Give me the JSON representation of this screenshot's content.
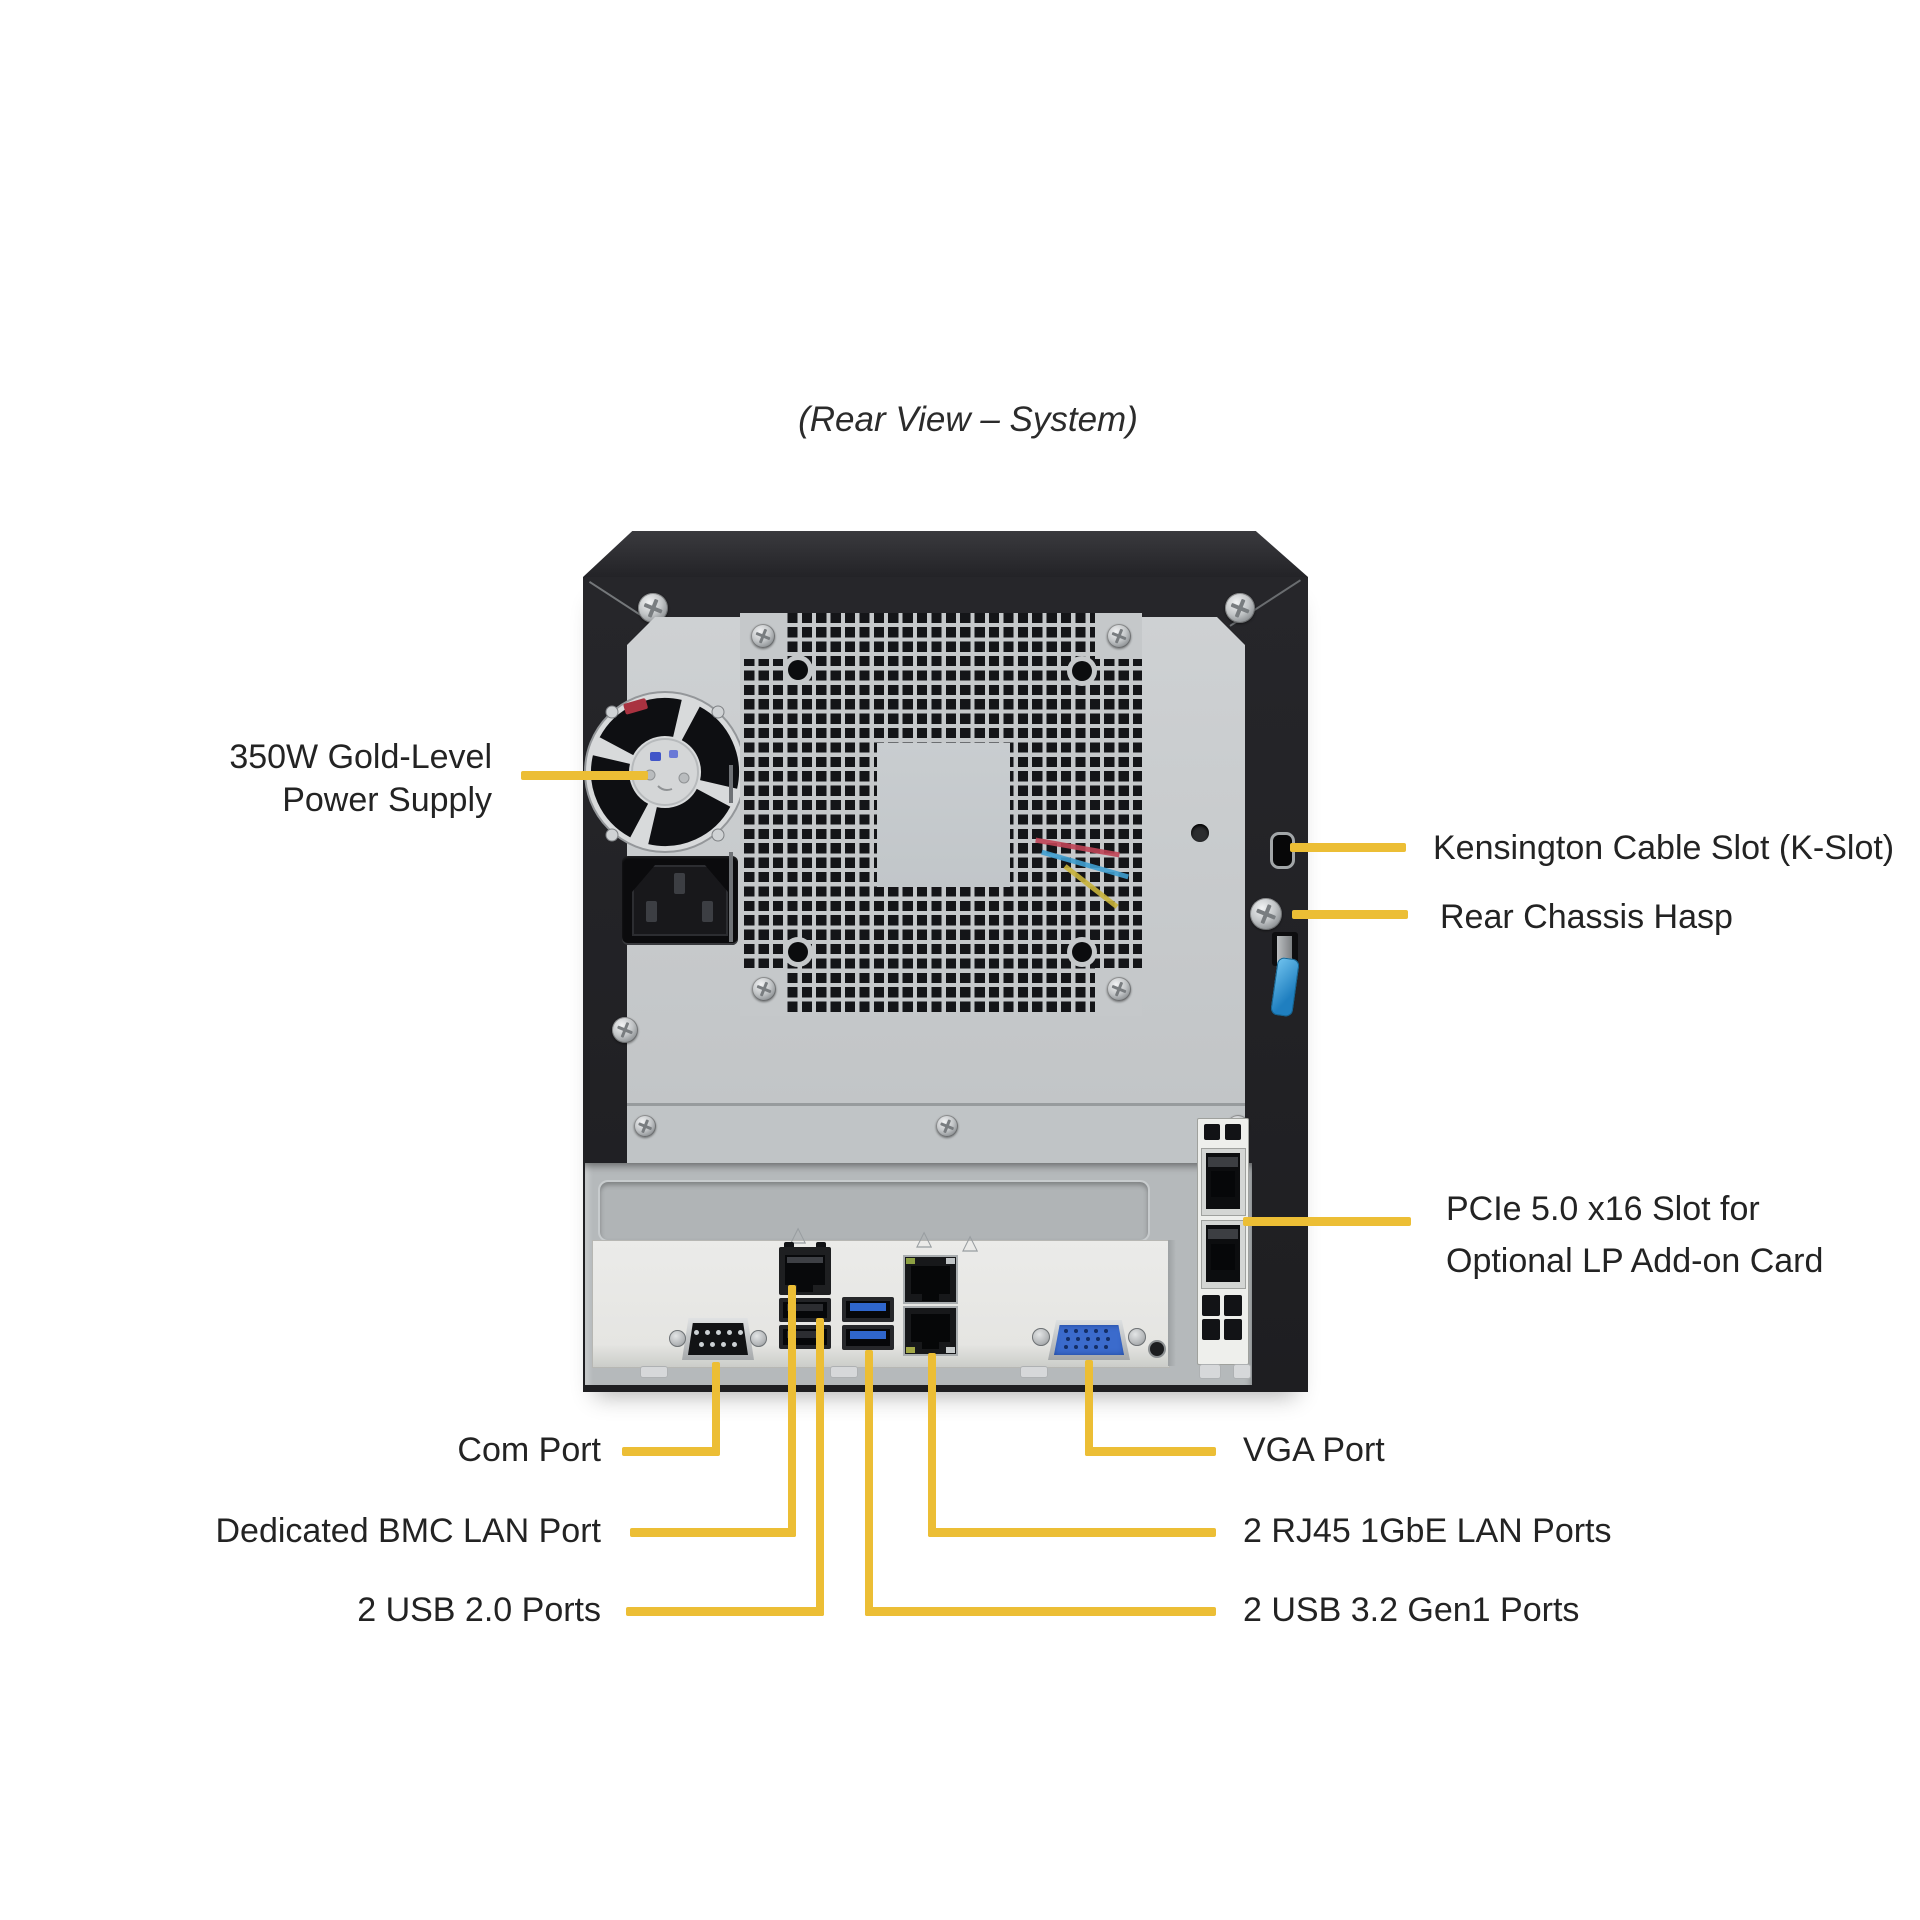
{
  "title": "(Rear View – System)",
  "callouts": {
    "psu": {
      "line1": "350W Gold-Level",
      "line2": "Power Supply"
    },
    "kslot": {
      "text": "Kensington Cable Slot (K-Slot)"
    },
    "hasp": {
      "text": "Rear Chassis Hasp"
    },
    "pcie": {
      "line1": "PCIe 5.0 x16 Slot for",
      "line2": "Optional LP Add-on Card"
    },
    "com": {
      "text": "Com Port"
    },
    "bmc": {
      "text": "Dedicated BMC LAN Port"
    },
    "usb2": {
      "text": "2 USB 2.0 Ports"
    },
    "vga": {
      "text": "VGA Port"
    },
    "rj45": {
      "text": "2 RJ45 1GbE LAN Ports"
    },
    "usb3": {
      "text": "2 USB 3.2 Gen1 Ports"
    }
  },
  "colors": {
    "callout_line": "#ecbe35",
    "label_text": "#232323",
    "chassis_black": "#232327",
    "panel_gray": "#c7cacc",
    "io_plate": "#e9e9e7",
    "usb3_tongue": "#2f66cc",
    "vga_face": "#3b6bcc",
    "hasp_tab": "#2f8fd0"
  }
}
